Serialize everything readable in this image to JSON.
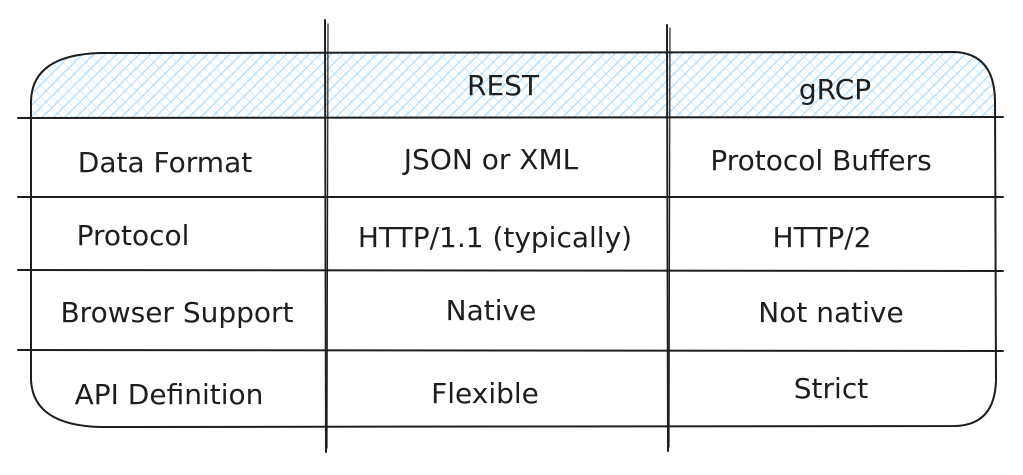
{
  "table": {
    "header": {
      "blank": "",
      "col1": "REST",
      "col2": "gRCP"
    },
    "rows": [
      {
        "label": "Data Format",
        "rest": "JSON or XML",
        "grpc": "Protocol Buffers"
      },
      {
        "label": "Protocol",
        "rest": "HTTP/1.1 (typically)",
        "grpc": "HTTP/2"
      },
      {
        "label": "Browser Support",
        "rest": "Native",
        "grpc": "Not native"
      },
      {
        "label": "API Definition",
        "rest": "Flexible",
        "grpc": "Strict"
      }
    ]
  },
  "colors": {
    "stroke": "#1e1e1e",
    "header_hatch": "#a5d8ff",
    "background": "#ffffff"
  }
}
